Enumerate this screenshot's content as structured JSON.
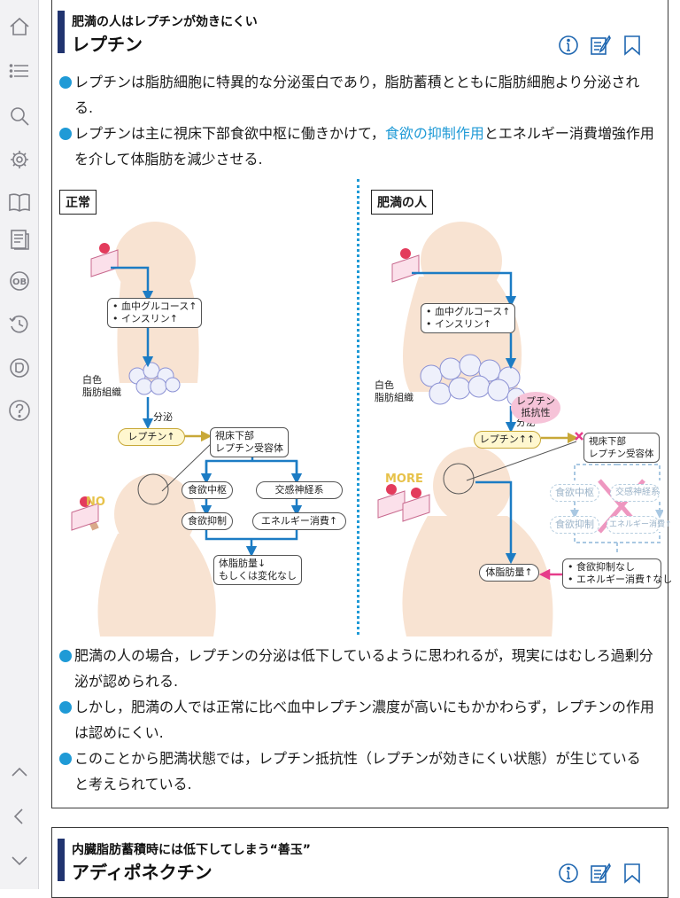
{
  "sidebar": {
    "items": [
      {
        "name": "home",
        "icon": "home-icon"
      },
      {
        "name": "list",
        "icon": "list-icon"
      },
      {
        "name": "search",
        "icon": "search-icon"
      },
      {
        "name": "settings",
        "icon": "gear-icon"
      },
      {
        "name": "book",
        "icon": "book-icon"
      },
      {
        "name": "notes",
        "icon": "notes-icon"
      },
      {
        "name": "ob",
        "icon": "ob-icon",
        "label": "OB"
      },
      {
        "name": "history",
        "icon": "history-icon"
      },
      {
        "name": "evernote",
        "icon": "evernote-icon"
      },
      {
        "name": "help",
        "icon": "help-icon",
        "label": "?"
      },
      {
        "name": "scroll-up",
        "icon": "chevron-up-icon"
      },
      {
        "name": "back",
        "icon": "chevron-left-icon"
      },
      {
        "name": "scroll-down",
        "icon": "chevron-down-icon"
      }
    ]
  },
  "section1": {
    "subtitle": "肥満の人はレプチンが効きにくい",
    "title": "レプチン",
    "intro": [
      {
        "text": "レプチンは脂肪細胞に特異的な分泌蛋白であり，脂肪蓄積とともに脂肪細胞より分泌される."
      },
      {
        "before": "レプチンは主に視床下部食欲中枢に働きかけて，",
        "highlight": "食欲の抑制作用",
        "after": "とエネルギー消費増強作用を介して体脂肪を減少させる."
      }
    ],
    "figure": {
      "left": {
        "tag": "正常",
        "glucose_box": [
          "• 血中グルコース↑",
          "• インスリン↑"
        ],
        "fat_label": [
          "白色",
          "脂肪組織"
        ],
        "secretion": "分泌",
        "leptin": "レプチン↑",
        "receptor": [
          "視床下部",
          "レプチン受容体"
        ],
        "appetite_center": "食欲中枢",
        "sympathetic": "交感神経系",
        "appetite_suppression": "食欲抑制",
        "energy": "エネルギー消費↑",
        "body_fat": [
          "体脂肪量↓",
          "もしくは変化なし"
        ],
        "no_label": "NO"
      },
      "right": {
        "tag": "肥満の人",
        "glucose_box": [
          "• 血中グルコース↑",
          "• インスリン↑"
        ],
        "fat_label": [
          "白色",
          "脂肪組織"
        ],
        "secretion": "分泌",
        "leptin": "レプチン↑↑",
        "resistance": [
          "レプチン",
          "抵抗性"
        ],
        "receptor": [
          "視床下部",
          "レプチン受容体"
        ],
        "appetite_center": "食欲中枢",
        "sympathetic": "交感神経系",
        "appetite_suppression": "食欲抑制",
        "energy": "エネルギー消費↑",
        "body_fat": "体脂肪量↑",
        "result": [
          "• 食欲抑制なし",
          "• エネルギー消費↑なし"
        ],
        "more_label": "MORE"
      }
    },
    "bullets": [
      "肥満の人の場合，レプチンの分泌は低下しているように思われるが，現実にはむしろ過剰分泌が認められる.",
      "しかし，肥満の人では正常に比べ血中レプチン濃度が高いにもかかわらず，レプチンの作用は認めにくい.",
      "このことから肥満状態では，レプチン抵抗性（レプチンが効きにくい状態）が生じていると考えられている."
    ]
  },
  "section2": {
    "subtitle": "内臓脂肪蓄積時には低下してしまう“善玉”",
    "title": "アディポネクチン"
  },
  "colors": {
    "accent": "#1f9ad6",
    "header_bar": "#21346f",
    "icon_blue": "#1e66b0",
    "cross": "#e63c8a"
  }
}
